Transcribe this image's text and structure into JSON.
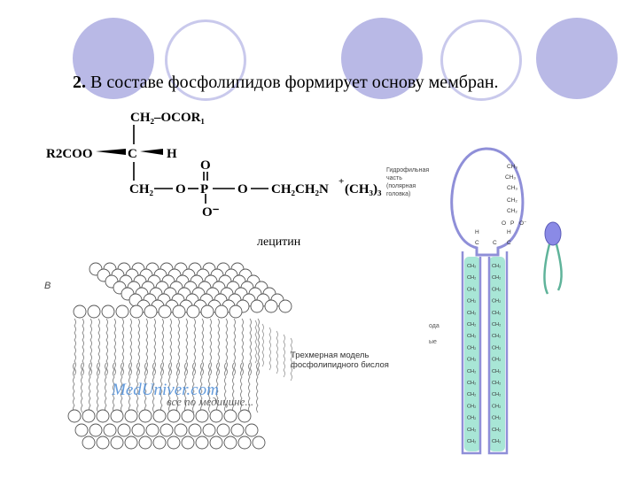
{
  "title": {
    "number": "2.",
    "text": "В составе фосфолипидов формирует основу мембран."
  },
  "formula": {
    "top_group": "CH₂–OCOR₁",
    "left_group": "R2COO",
    "center_atom": "C",
    "h_atom": "H",
    "o_top": "O",
    "o_minus": "O⁻",
    "bottom_chain": [
      "CH₂",
      "O",
      "P",
      "O",
      "CH₂CH₂N",
      "+",
      "(CH₃)₃"
    ]
  },
  "caption": "лецитин",
  "bilayer": {
    "panel_letter": "B",
    "model_label": [
      "Трехмерная модель",
      "фосфолипидного бислоя"
    ],
    "cut_labels": [
      "ода",
      "ые"
    ],
    "watermark": "MedUniver.com",
    "watermark_sub": "все по медицине..."
  },
  "molecule": {
    "polar_part_label": [
      "Гидрофильная",
      "часть",
      "(полярная",
      "головка)"
    ],
    "head_atoms": [
      "CH₃",
      "CH₃",
      "CH₃",
      "CH₂",
      "CH₂"
    ],
    "phosphate": [
      "O",
      "P",
      "O⁻"
    ],
    "glycerol": [
      "H",
      "C",
      "C",
      "C",
      "H"
    ],
    "chain_unit": "CH₂"
  },
  "colors": {
    "deco_fill": "#b9b9e6",
    "deco_ring": "#c9c9ec",
    "head_outline": "#8f8fd8",
    "tail_fill": "#a8e6d6",
    "mini_head": "#8a8ae6",
    "mini_tail": "#5fb39a"
  }
}
